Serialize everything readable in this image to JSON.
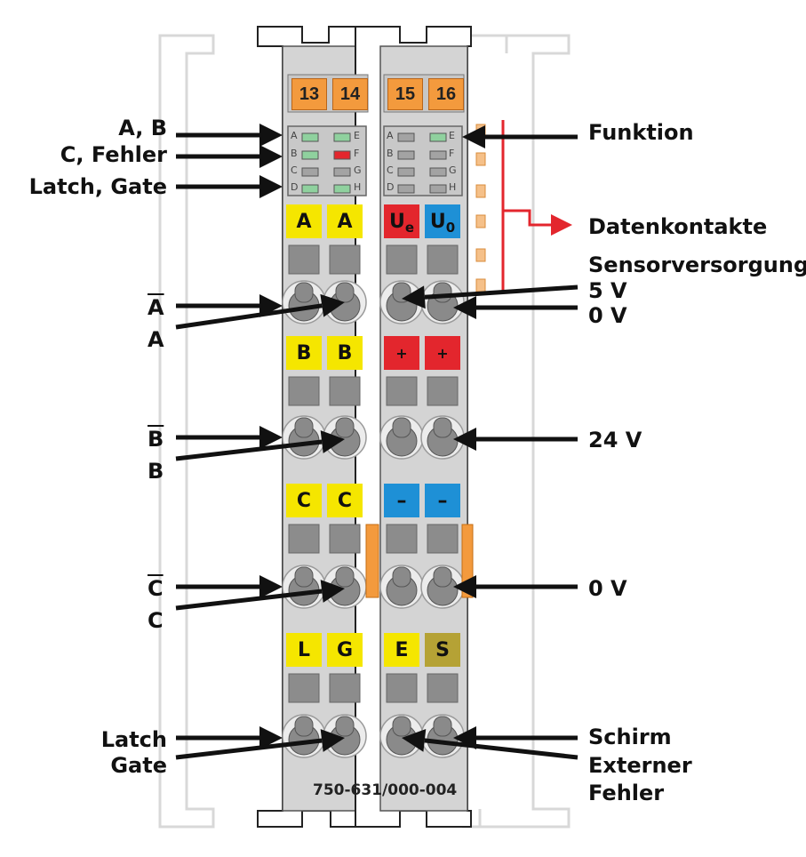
{
  "module": {
    "part_number": "750-631/000-004",
    "terminal_numbers": [
      "13",
      "14",
      "15",
      "16"
    ]
  },
  "led_panel": {
    "left_letters": [
      "A",
      "B",
      "C",
      "D"
    ],
    "right_letters": [
      "E",
      "F",
      "G",
      "H"
    ],
    "left_leds": [
      "green",
      "green",
      "gray",
      "green"
    ],
    "right_leds": [
      "green",
      "red",
      "gray",
      "green"
    ],
    "left_leds_module2": [
      "gray",
      "gray",
      "gray",
      "gray"
    ],
    "right_leds_module2": [
      "green",
      "gray",
      "gray",
      "gray"
    ]
  },
  "terminal_labels": {
    "row1": [
      "A",
      "A",
      "U",
      "U"
    ],
    "row1_subscripts": [
      "",
      "",
      "e",
      "0"
    ],
    "row2": [
      "B",
      "B",
      "+",
      "+"
    ],
    "row3": [
      "C",
      "C",
      "–",
      "–"
    ],
    "row4": [
      "L",
      "G",
      "E",
      "S"
    ]
  },
  "left_labels": {
    "ab": "A, B",
    "c_fehler": "C, Fehler",
    "latch_gate_top": "Latch, Gate",
    "a_bar": "A",
    "a": "A",
    "b_bar": "B",
    "b": "B",
    "c_bar": "C",
    "c": "C",
    "latch": "Latch",
    "gate": "Gate"
  },
  "right_labels": {
    "funktion": "Funktion",
    "datenkontakte": "Datenkontakte",
    "sensorversorgung": "Sensorversorgung",
    "v5": "5 V",
    "v0_top": "0 V",
    "v24": "24 V",
    "v0_mid": "0 V",
    "schirm": "Schirm",
    "externer": "Externer",
    "fehler": "Fehler"
  },
  "colors": {
    "housing": "#d4d4d4",
    "yellow": "#f5e600",
    "red": "#e3262d",
    "blue": "#1e90d6",
    "olive": "#b5a235",
    "orange": "#f39a3d",
    "gray_slot": "#8c8c8c",
    "accent_line": "#e3262d"
  }
}
